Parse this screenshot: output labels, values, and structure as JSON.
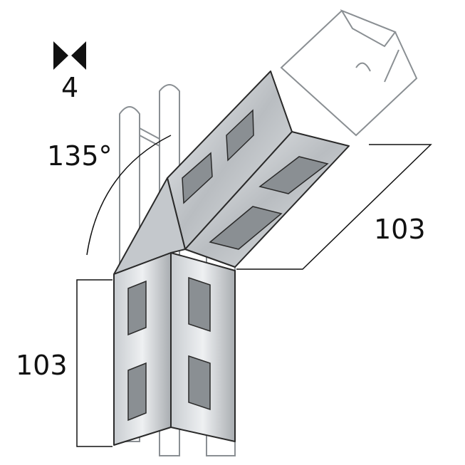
{
  "labels": {
    "quantity": "4",
    "angle": "135°",
    "dim_right": "103",
    "dim_left": "103"
  },
  "icons": {
    "quantity_icon": "bowtie-triangles"
  },
  "colors": {
    "metal_light": "#d9dcdf",
    "metal_mid": "#b4b8bc",
    "metal_dark": "#7d8286",
    "outline": "#2a2a2a",
    "channel": "#ffffff"
  }
}
